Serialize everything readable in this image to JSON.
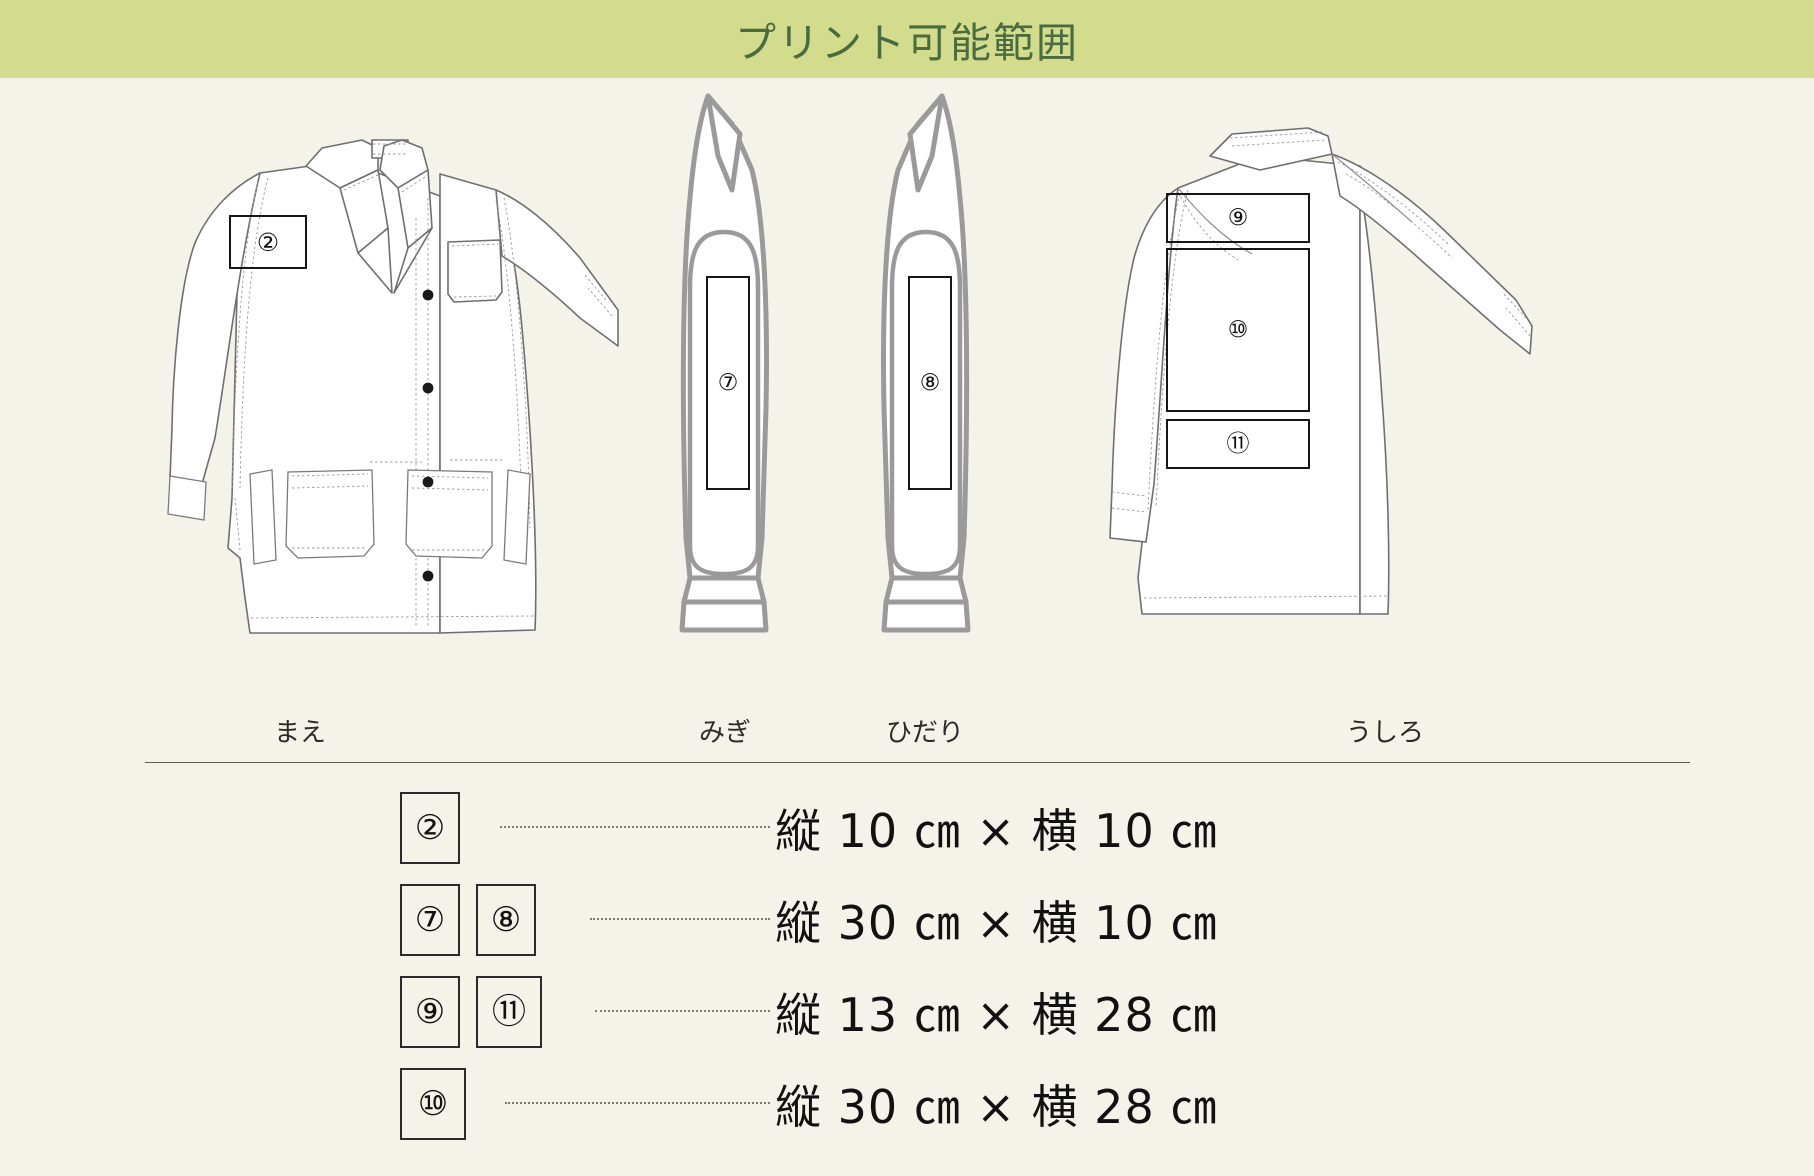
{
  "header": {
    "title": "プリント可能範囲",
    "background_color": "#d3dc8c",
    "text_color": "#4a6b3f"
  },
  "page": {
    "background_color": "#f4f3ea",
    "line_color": "#5a5a50"
  },
  "views": [
    {
      "id": "front",
      "caption": "まえ",
      "markers": [
        "②"
      ]
    },
    {
      "id": "right-sleeve",
      "caption": "みぎ",
      "markers": [
        "⑦"
      ]
    },
    {
      "id": "left-sleeve",
      "caption": "ひだり",
      "markers": [
        "⑧"
      ]
    },
    {
      "id": "back",
      "caption": "うしろ",
      "markers": [
        "⑨",
        "⑩",
        "⑪"
      ]
    }
  ],
  "garment_markers": {
    "front_2": "②",
    "right_7": "⑦",
    "left_8": "⑧",
    "back_9": "⑨",
    "back_10": "⑩",
    "back_11": "⑪"
  },
  "legend": {
    "rows": [
      {
        "markers": [
          "②"
        ],
        "size": "縦 10 ㎝ × 横 10 ㎝",
        "height_cm": 10,
        "width_cm": 10
      },
      {
        "markers": [
          "⑦",
          "⑧"
        ],
        "size": "縦 30 ㎝ × 横 10 ㎝",
        "height_cm": 30,
        "width_cm": 10
      },
      {
        "markers": [
          "⑨",
          "⑪"
        ],
        "size": "縦 13 ㎝ × 横 28 ㎝",
        "height_cm": 13,
        "width_cm": 28
      },
      {
        "markers": [
          "⑩"
        ],
        "size": "縦 30 ㎝ × 横 28 ㎝",
        "height_cm": 30,
        "width_cm": 28
      }
    ]
  }
}
